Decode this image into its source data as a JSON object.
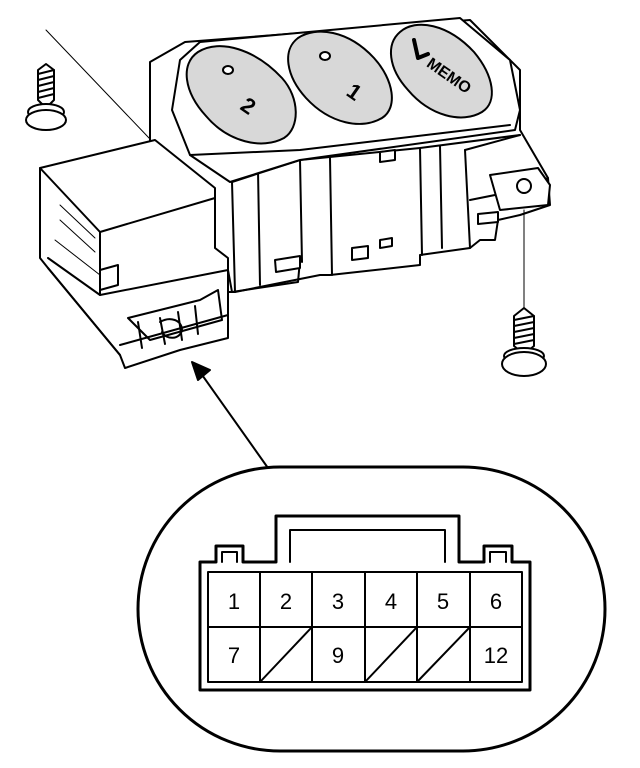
{
  "switch": {
    "buttons": [
      {
        "label": "2"
      },
      {
        "label": "1"
      },
      {
        "label": "MEMO"
      }
    ]
  },
  "connector": {
    "pins": [
      {
        "label": "1",
        "state": "pin"
      },
      {
        "label": "2",
        "state": "pin"
      },
      {
        "label": "3",
        "state": "pin"
      },
      {
        "label": "4",
        "state": "pin"
      },
      {
        "label": "5",
        "state": "pin"
      },
      {
        "label": "6",
        "state": "pin"
      },
      {
        "label": "7",
        "state": "pin"
      },
      {
        "label": "",
        "state": "empty"
      },
      {
        "label": "9",
        "state": "pin"
      },
      {
        "label": "",
        "state": "empty"
      },
      {
        "label": "",
        "state": "empty"
      },
      {
        "label": "12",
        "state": "pin"
      }
    ]
  }
}
